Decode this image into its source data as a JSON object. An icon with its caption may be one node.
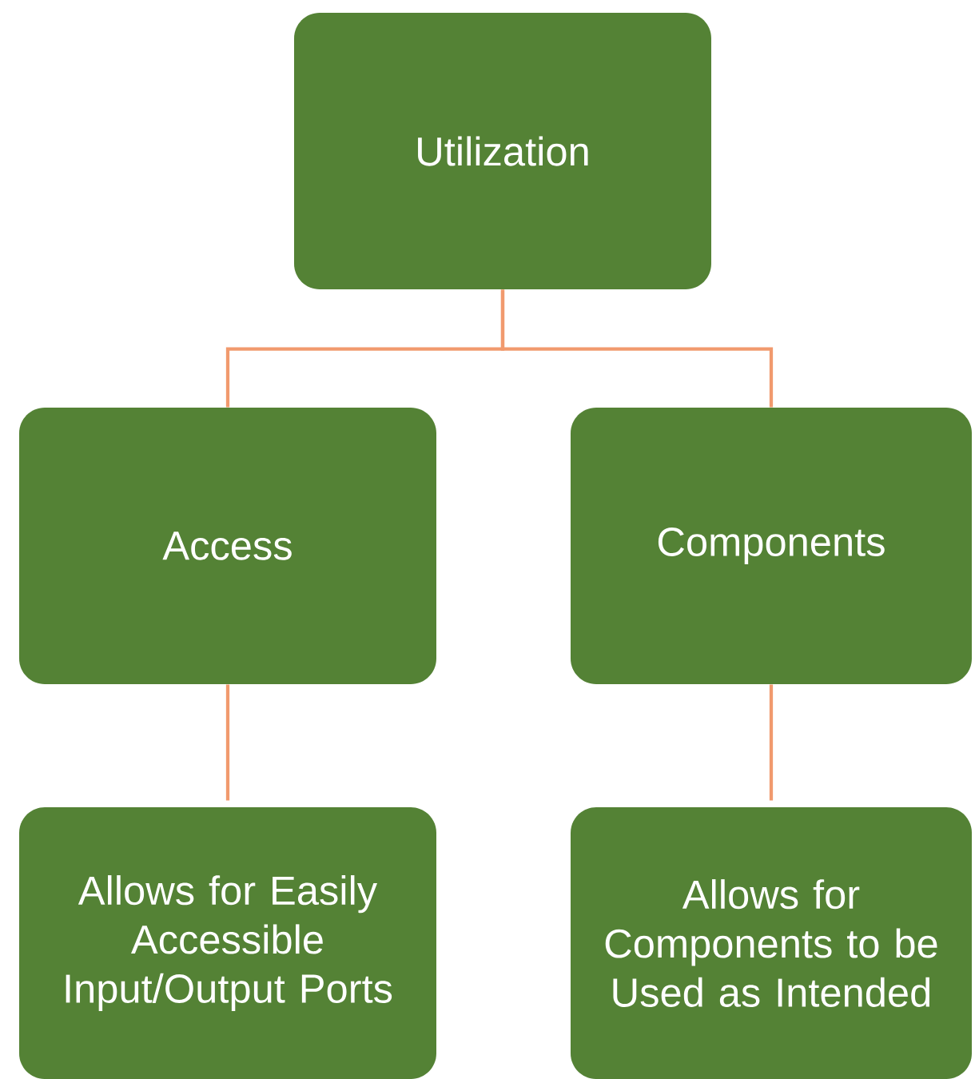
{
  "diagram": {
    "nodes": [
      {
        "text": [
          "Utilization"
        ]
      },
      {
        "text": [
          "Access"
        ]
      },
      {
        "text": [
          "Components"
        ]
      },
      {
        "text": [
          "Allows for Easily Accessible Input/Output Ports"
        ]
      },
      {
        "text": [
          "Allows for Components to be Used as Intended"
        ]
      }
    ],
    "edges": [
      {
        "from": 0,
        "to": 1,
        "arrow": "none"
      },
      {
        "from": 0,
        "to": 2,
        "arrow": "none"
      },
      {
        "from": 1,
        "to": 3,
        "arrow": "none"
      },
      {
        "from": 2,
        "to": 4,
        "arrow": "none"
      }
    ]
  }
}
